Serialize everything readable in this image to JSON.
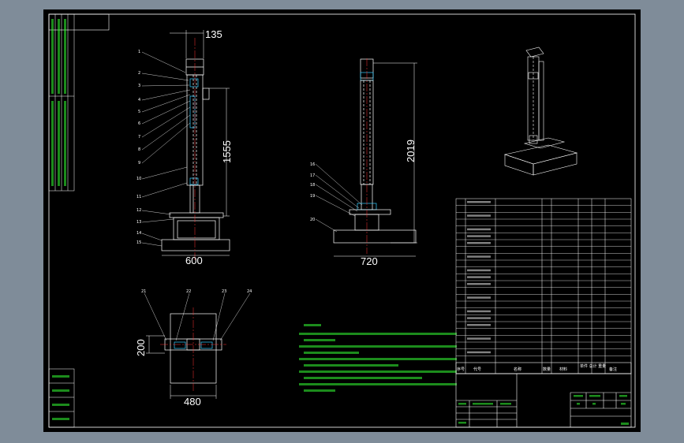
{
  "dimensions": {
    "front_top_width": "135",
    "front_height": "1555",
    "front_base_width": "600",
    "side_height": "2019",
    "side_base_width": "720",
    "plan_height": "200",
    "plan_width": "480"
  },
  "bom_header": {
    "seq": "序号",
    "code": "代号",
    "name": "名称",
    "qty": "数量",
    "material": "材料",
    "weight": "单件 总计 重量",
    "remarks": "备注"
  },
  "colors": {
    "sheet_background": "#000000",
    "frame_background": "#7f8c99",
    "lines": "#ffffff",
    "notes_text": "#33ff33",
    "highlight": "#33ccff",
    "center_line": "#ff3333"
  }
}
